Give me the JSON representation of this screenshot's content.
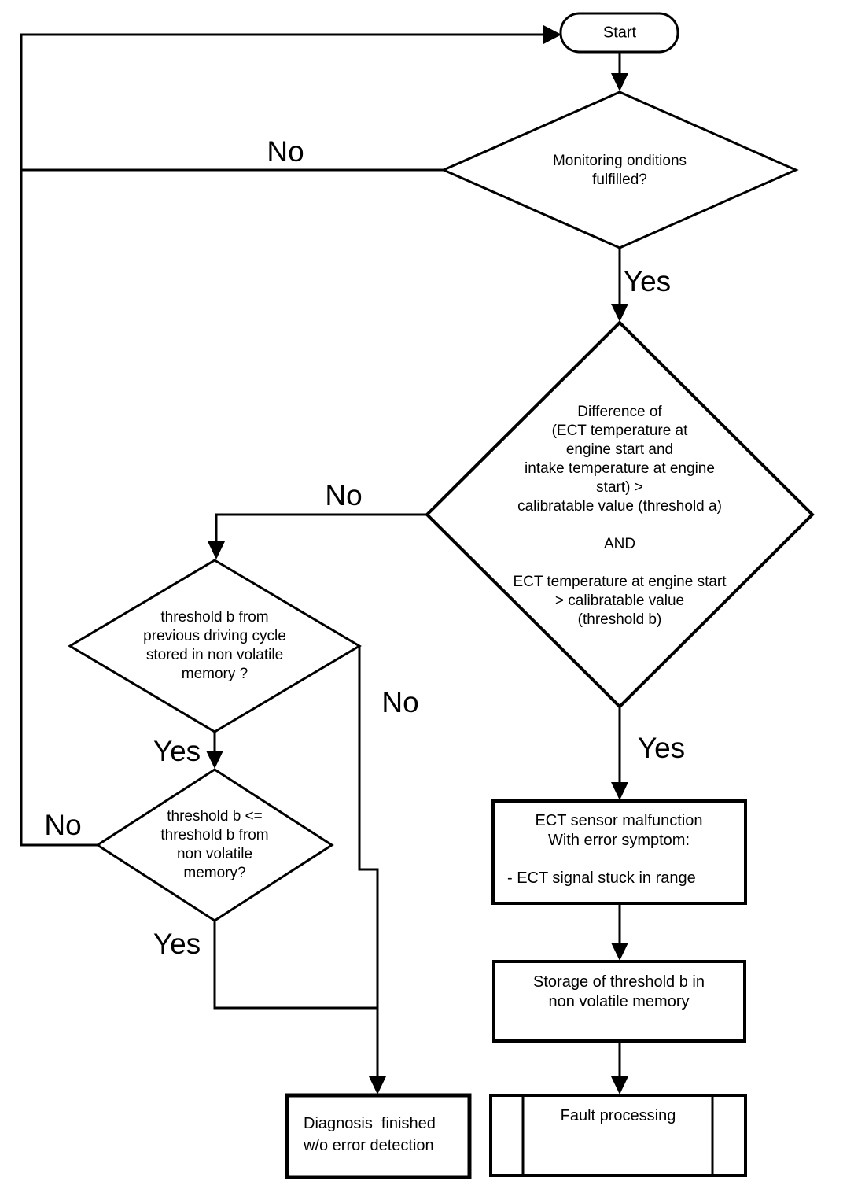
{
  "diagram": {
    "colors": {
      "background": "#ffffff",
      "stroke": "#000000",
      "text": "#000000"
    },
    "nodes": {
      "start": {
        "type": "terminator",
        "label": "Start"
      },
      "monitoring_conditions": {
        "type": "decision",
        "text": "Monitoring onditions\nfulfilled?"
      },
      "temperature_check": {
        "type": "decision",
        "text": "Difference of\n(ECT temperature at\nengine start and\nintake temperature at engine\nstart) >\ncalibratable value (threshold a)\n\nAND\n\nECT temperature at engine start\n> calibratable value\n(threshold b)"
      },
      "threshold_stored": {
        "type": "decision",
        "text": "threshold b from\nprevious driving cycle\nstored in non volatile\nmemory ?"
      },
      "threshold_compare": {
        "type": "decision",
        "text": "threshold b <=\nthreshold b from\nnon volatile\nmemory?"
      },
      "ect_malfunction": {
        "type": "process",
        "header": "ECT sensor malfunction\nWith error symptom:",
        "symptom": "- ECT signal stuck in range"
      },
      "storage_threshold": {
        "type": "process",
        "text": "Storage of threshold b in\nnon volatile memory"
      },
      "fault_processing": {
        "type": "predefined_process",
        "label": "Fault processing"
      },
      "diagnosis_finished": {
        "type": "process",
        "text": "Diagnosis  finished\nw/o error detection"
      }
    },
    "edge_labels": {
      "monitoring_no": "No",
      "monitoring_yes": "Yes",
      "temperature_no": "No",
      "temperature_yes": "Yes",
      "stored_yes": "Yes",
      "stored_no": "No",
      "compare_no": "No",
      "compare_yes": "Yes"
    }
  }
}
